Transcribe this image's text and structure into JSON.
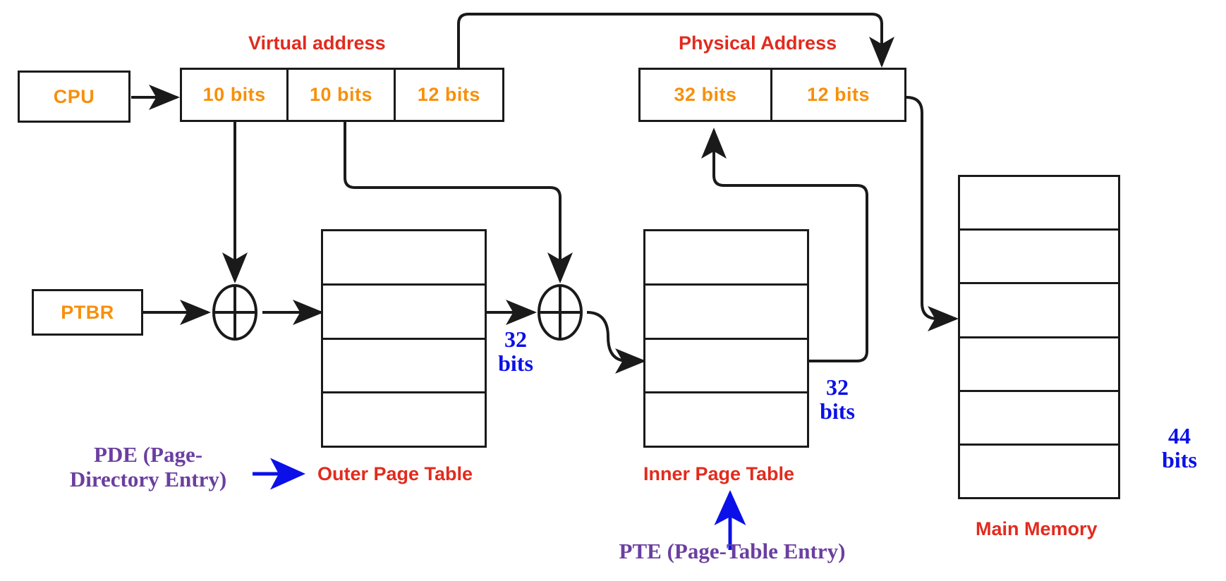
{
  "diagram": {
    "title": "Two-level paging address translation",
    "colors": {
      "orange": "#F7900B",
      "red": "#E12B1E",
      "blue": "#0B10E8",
      "purple": "#6B3FA0",
      "line": "#1a1a1a"
    }
  },
  "cpu": {
    "label": "CPU"
  },
  "ptbr": {
    "label": "PTBR"
  },
  "virtual_address": {
    "title": "Virtual address",
    "fields": [
      {
        "label": "10 bits"
      },
      {
        "label": "10 bits"
      },
      {
        "label": "12 bits"
      }
    ]
  },
  "physical_address": {
    "title": "Physical Address",
    "fields": [
      {
        "label": "32 bits"
      },
      {
        "label": "12 bits"
      }
    ]
  },
  "outer_page_table": {
    "caption": "Outer Page Table",
    "rows": 4,
    "entry_width": "32\nbits",
    "entry_width_line1": "32",
    "entry_width_line2": "bits"
  },
  "inner_page_table": {
    "caption": "Inner Page Table",
    "rows": 4,
    "entry_width_line1": "32",
    "entry_width_line2": "bits"
  },
  "main_memory": {
    "caption": "Main Memory",
    "rows": 6,
    "entry_width_line1": "44",
    "entry_width_line2": "bits"
  },
  "annotations": {
    "pde_line1": "PDE (Page-",
    "pde_line2": "Directory Entry)",
    "pte": "PTE (Page-Table Entry)"
  },
  "adders": [
    {
      "name": "adder-outer",
      "symbol": "plus-in-circle"
    },
    {
      "name": "adder-inner",
      "symbol": "plus-in-circle"
    }
  ]
}
